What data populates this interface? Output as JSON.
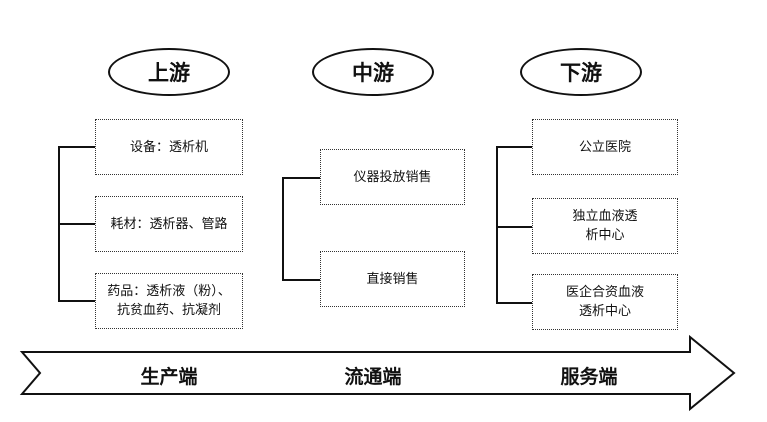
{
  "columns": [
    {
      "header": "上游",
      "items": [
        [
          "设备：透析机"
        ],
        [
          "耗材：透析器、管路"
        ],
        [
          "药品：透析液（粉）、",
          "抗贫血药、抗凝剂"
        ]
      ]
    },
    {
      "header": "中游",
      "items": [
        [
          "仪器投放销售"
        ],
        [
          "直接销售"
        ]
      ]
    },
    {
      "header": "下游",
      "items": [
        [
          "公立医院"
        ],
        [
          "独立血液透",
          "析中心"
        ],
        [
          "医企合资血液",
          "透析中心"
        ]
      ]
    }
  ],
  "stages": [
    "生产端",
    "流通端",
    "服务端"
  ]
}
